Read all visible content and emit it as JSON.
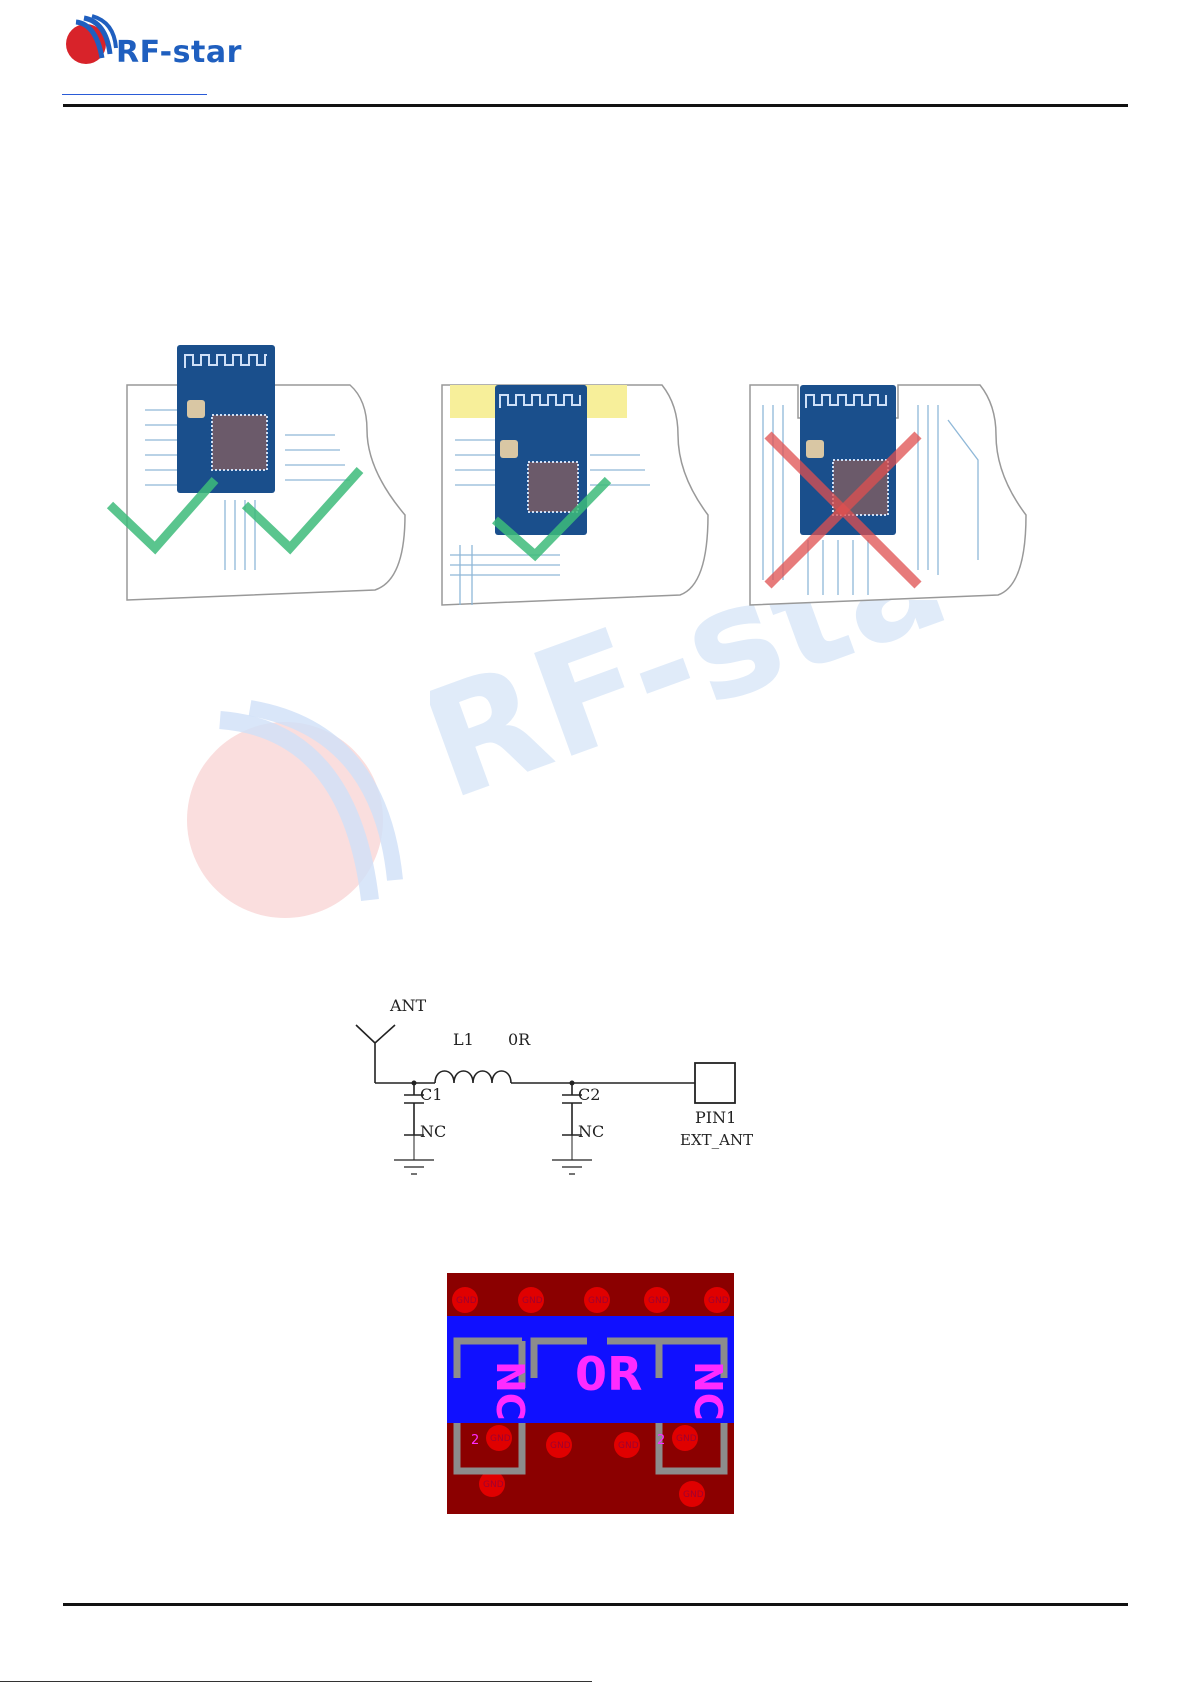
{
  "header": {
    "brand": "RF-star"
  },
  "watermark": {
    "text": "RF-star"
  },
  "schematic": {
    "ant": "ANT",
    "l1": "L1",
    "l1_value": "0R",
    "c1": "C1",
    "c1_value": "NC",
    "c2": "C2",
    "c2_value": "NC",
    "pin": "PIN1",
    "pin_name": "EXT_ANT"
  },
  "pcb": {
    "pad_label": "GND",
    "center_value": "0R",
    "left_value": "NC",
    "right_value": "NC",
    "pin_mark": "2"
  },
  "colors": {
    "brand_blue": "#1f5fbf",
    "brand_red": "#d8232a",
    "module_blue": "#1a4f8c",
    "pcb_red": "#8b0000",
    "pcb_blue": "#1010ff",
    "pcb_magenta": "#ff2bff",
    "check_green": "#3dbb7a",
    "cross_red": "#e05050"
  }
}
